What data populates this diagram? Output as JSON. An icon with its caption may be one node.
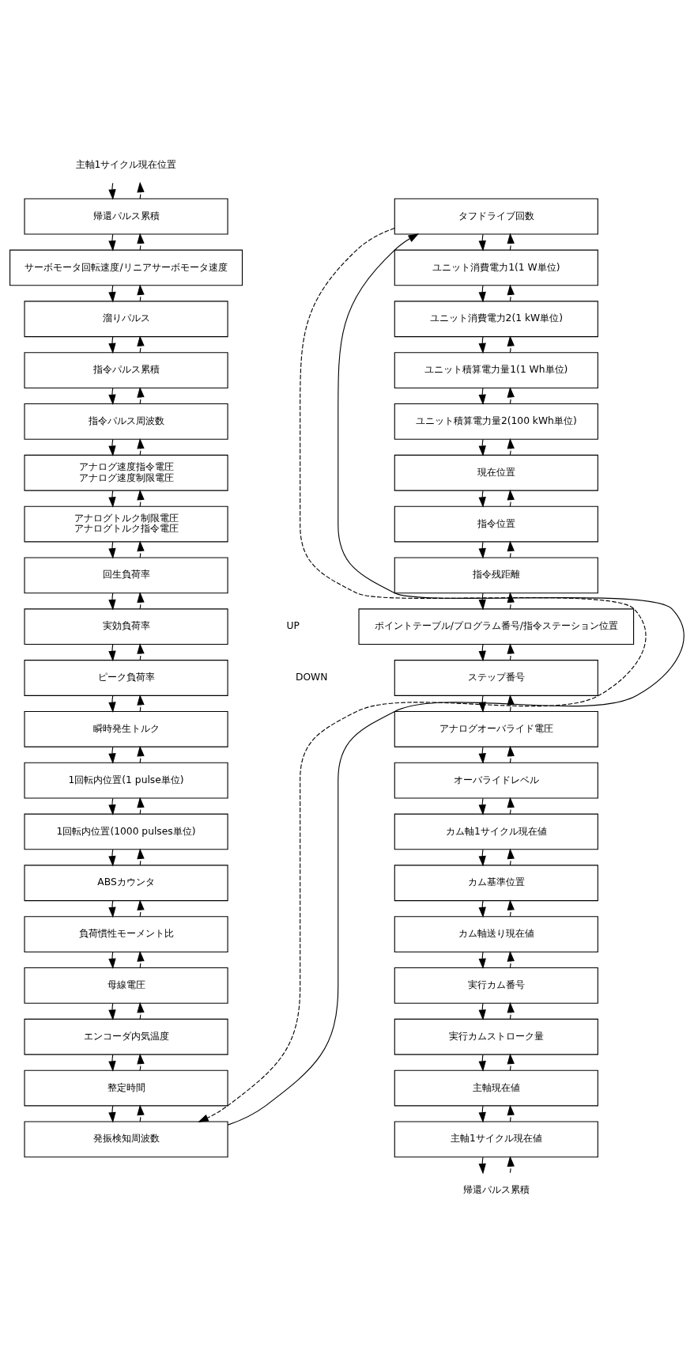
{
  "diagram": {
    "nodes": [
      {
        "text": [
          "主軸1サイクル現在位置"
        ]
      },
      {
        "text": [
          "帰還パルス累積"
        ]
      },
      {
        "text": [
          "サーボモータ回転速度/リニアサーボモータ速度"
        ]
      },
      {
        "text": [
          "溜りパルス"
        ]
      },
      {
        "text": [
          "指令パルス累積"
        ]
      },
      {
        "text": [
          "指令パルス周波数"
        ]
      },
      {
        "text": [
          "アナログ速度指令電圧",
          "アナログ速度制限電圧"
        ]
      },
      {
        "text": [
          "アナログトルク制限電圧",
          "アナログトルク指令電圧"
        ]
      },
      {
        "text": [
          "回生負荷率"
        ]
      },
      {
        "text": [
          "実効負荷率"
        ]
      },
      {
        "text": [
          "ピーク負荷率"
        ]
      },
      {
        "text": [
          "瞬時発生トルク"
        ]
      },
      {
        "text": [
          "1回転内位置(1 pulse単位)"
        ]
      },
      {
        "text": [
          "1回転内位置(1000 pulses単位)"
        ]
      },
      {
        "text": [
          "ABSカウンタ"
        ]
      },
      {
        "text": [
          "負荷慣性モーメント比"
        ]
      },
      {
        "text": [
          "母線電圧"
        ]
      },
      {
        "text": [
          "エンコーダ内気温度"
        ]
      },
      {
        "text": [
          "整定時間"
        ]
      },
      {
        "text": [
          "発振検知周波数"
        ]
      },
      {
        "text": [
          "タフドライブ回数"
        ]
      },
      {
        "text": [
          "ユニット消費電力1(1 W単位)"
        ]
      },
      {
        "text": [
          "ユニット消費電力2(1 kW単位)"
        ]
      },
      {
        "text": [
          "ユニット積算電力量1(1 Wh単位)"
        ]
      },
      {
        "text": [
          "ユニット積算電力量2(100 kWh単位)"
        ]
      },
      {
        "text": [
          "現在位置"
        ]
      },
      {
        "text": [
          "指令位置"
        ]
      },
      {
        "text": [
          "指令残距離"
        ]
      },
      {
        "text": [
          "ポイントテーブル/プログラム番号/指令ステーション位置"
        ]
      },
      {
        "text": [
          "ステップ番号"
        ]
      },
      {
        "text": [
          "アナログオーバライド電圧"
        ]
      },
      {
        "text": [
          "オーバライドレベル"
        ]
      },
      {
        "text": [
          "カム軸1サイクル現在値"
        ]
      },
      {
        "text": [
          "カム基準位置"
        ]
      },
      {
        "text": [
          "カム軸送り現在値"
        ]
      },
      {
        "text": [
          "実行カム番号"
        ]
      },
      {
        "text": [
          "実行カムストローク量"
        ]
      },
      {
        "text": [
          "主軸現在値"
        ]
      },
      {
        "text": [
          "主軸1サイクル現在値"
        ]
      },
      {
        "text": [
          "帰還パルス累積"
        ]
      }
    ],
    "edges": [
      {
        "from": 0,
        "to": 1,
        "arrow": "to"
      },
      {
        "from": 1,
        "to": 0,
        "arrow": "to",
        "style": "dashed"
      },
      {
        "from": 1,
        "to": 2,
        "arrow": "to"
      },
      {
        "from": 2,
        "to": 1,
        "arrow": "to",
        "style": "dashed"
      },
      {
        "from": 2,
        "to": 3,
        "arrow": "to"
      },
      {
        "from": 3,
        "to": 2,
        "arrow": "to",
        "style": "dashed"
      },
      {
        "from": 3,
        "to": 4,
        "arrow": "to"
      },
      {
        "from": 4,
        "to": 3,
        "arrow": "to",
        "style": "dashed"
      },
      {
        "from": 4,
        "to": 5,
        "arrow": "to"
      },
      {
        "from": 5,
        "to": 4,
        "arrow": "to",
        "style": "dashed"
      },
      {
        "from": 5,
        "to": 6,
        "arrow": "to"
      },
      {
        "from": 6,
        "to": 5,
        "arrow": "to",
        "style": "dashed"
      },
      {
        "from": 6,
        "to": 7,
        "arrow": "to"
      },
      {
        "from": 7,
        "to": 6,
        "arrow": "to",
        "style": "dashed"
      },
      {
        "from": 7,
        "to": 8,
        "arrow": "to"
      },
      {
        "from": 8,
        "to": 7,
        "arrow": "to",
        "style": "dashed"
      },
      {
        "from": 8,
        "to": 9,
        "arrow": "to"
      },
      {
        "from": 9,
        "to": 8,
        "arrow": "to",
        "style": "dashed"
      },
      {
        "from": 9,
        "to": 10,
        "arrow": "to"
      },
      {
        "from": 10,
        "to": 9,
        "arrow": "to",
        "style": "dashed"
      },
      {
        "from": 10,
        "to": 11,
        "arrow": "to"
      },
      {
        "from": 11,
        "to": 10,
        "arrow": "to",
        "style": "dashed"
      },
      {
        "from": 11,
        "to": 12,
        "arrow": "to"
      },
      {
        "from": 12,
        "to": 11,
        "arrow": "to",
        "style": "dashed"
      },
      {
        "from": 12,
        "to": 13,
        "arrow": "to"
      },
      {
        "from": 13,
        "to": 12,
        "arrow": "to",
        "style": "dashed"
      },
      {
        "from": 13,
        "to": 14,
        "arrow": "to"
      },
      {
        "from": 14,
        "to": 13,
        "arrow": "to",
        "style": "dashed"
      },
      {
        "from": 14,
        "to": 15,
        "arrow": "to"
      },
      {
        "from": 15,
        "to": 14,
        "arrow": "to",
        "style": "dashed"
      },
      {
        "from": 15,
        "to": 16,
        "arrow": "to"
      },
      {
        "from": 16,
        "to": 15,
        "arrow": "to",
        "style": "dashed"
      },
      {
        "from": 16,
        "to": 17,
        "arrow": "to"
      },
      {
        "from": 17,
        "to": 16,
        "arrow": "to",
        "style": "dashed"
      },
      {
        "from": 17,
        "to": 18,
        "arrow": "to"
      },
      {
        "from": 18,
        "to": 17,
        "arrow": "to",
        "style": "dashed"
      },
      {
        "from": 18,
        "to": 19,
        "arrow": "to"
      },
      {
        "from": 19,
        "to": 18,
        "arrow": "to",
        "style": "dashed"
      },
      {
        "from": 19,
        "to": 20,
        "arrow": "to"
      },
      {
        "from": 20,
        "to": 19,
        "arrow": "to",
        "style": "dashed"
      },
      {
        "from": 20,
        "to": 21,
        "arrow": "to"
      },
      {
        "from": 21,
        "to": 20,
        "arrow": "to",
        "style": "dashed"
      },
      {
        "from": 21,
        "to": 22,
        "arrow": "to"
      },
      {
        "from": 22,
        "to": 21,
        "arrow": "to",
        "style": "dashed"
      },
      {
        "from": 22,
        "to": 23,
        "arrow": "to"
      },
      {
        "from": 23,
        "to": 22,
        "arrow": "to",
        "style": "dashed"
      },
      {
        "from": 23,
        "to": 24,
        "arrow": "to"
      },
      {
        "from": 24,
        "to": 23,
        "arrow": "to",
        "style": "dashed"
      },
      {
        "from": 24,
        "to": 25,
        "arrow": "to"
      },
      {
        "from": 25,
        "to": 24,
        "arrow": "to",
        "style": "dashed"
      },
      {
        "from": 25,
        "to": 26,
        "arrow": "to"
      },
      {
        "from": 26,
        "to": 25,
        "arrow": "to",
        "style": "dashed"
      },
      {
        "from": 26,
        "to": 27,
        "arrow": "to"
      },
      {
        "from": 27,
        "to": 26,
        "arrow": "to",
        "style": "dashed"
      },
      {
        "from": 27,
        "to": 28,
        "arrow": "to"
      },
      {
        "from": 28,
        "to": 27,
        "arrow": "to",
        "style": "dashed"
      },
      {
        "from": 28,
        "to": 29,
        "arrow": "to"
      },
      {
        "from": 29,
        "to": 28,
        "arrow": "to",
        "style": "dashed"
      },
      {
        "from": 29,
        "to": 30,
        "arrow": "to"
      },
      {
        "from": 30,
        "to": 29,
        "arrow": "to",
        "style": "dashed"
      },
      {
        "from": 30,
        "to": 31,
        "arrow": "to"
      },
      {
        "from": 31,
        "to": 30,
        "arrow": "to",
        "style": "dashed"
      },
      {
        "from": 31,
        "to": 32,
        "arrow": "to"
      },
      {
        "from": 32,
        "to": 31,
        "arrow": "to",
        "style": "dashed"
      },
      {
        "from": 32,
        "to": 33,
        "arrow": "to"
      },
      {
        "from": 33,
        "to": 32,
        "arrow": "to",
        "style": "dashed"
      },
      {
        "from": 33,
        "to": 34,
        "arrow": "to"
      },
      {
        "from": 34,
        "to": 33,
        "arrow": "to",
        "style": "dashed"
      },
      {
        "from": 34,
        "to": 35,
        "arrow": "to"
      },
      {
        "from": 35,
        "to": 34,
        "arrow": "to",
        "style": "dashed"
      },
      {
        "from": 35,
        "to": 36,
        "arrow": "to"
      },
      {
        "from": 36,
        "to": 35,
        "arrow": "to",
        "style": "dashed"
      },
      {
        "from": 36,
        "to": 37,
        "arrow": "to"
      },
      {
        "from": 37,
        "to": 36,
        "arrow": "to",
        "style": "dashed"
      },
      {
        "from": 37,
        "to": 38,
        "arrow": "to"
      },
      {
        "from": 38,
        "to": 37,
        "arrow": "to",
        "style": "dashed"
      },
      {
        "from": 38,
        "to": 39,
        "arrow": "to"
      },
      {
        "from": 39,
        "to": 38,
        "arrow": "to",
        "style": "dashed"
      }
    ],
    "labels": [
      "UP",
      "DOWN"
    ]
  }
}
